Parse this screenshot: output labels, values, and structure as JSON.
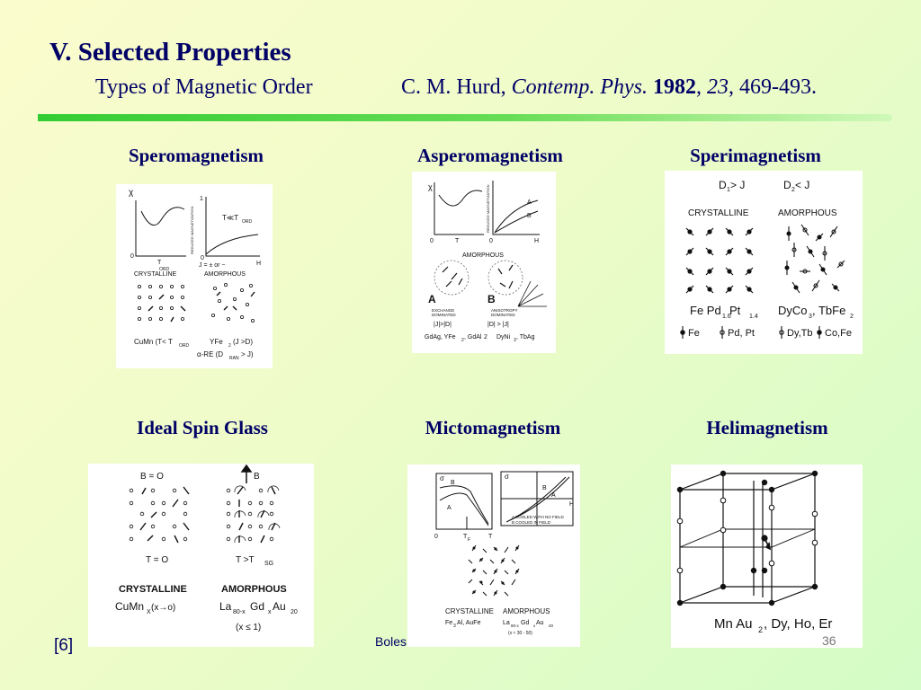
{
  "slide": {
    "title": "V. Selected Properties",
    "subtitle": "Types of Magnetic Order",
    "citation": {
      "authors": "C. M. Hurd, ",
      "journal": "Contemp. Phys.",
      "year": "1982",
      "volume": "23",
      "pages": ", 469-493."
    },
    "reference_marker": "[6]",
    "footer_text": "Boles",
    "page_number": "36"
  },
  "panels": [
    {
      "label": "Speromagnetism",
      "texts": {
        "chi": "χ",
        "ylabel": "REDUCED MAGNETIZATION",
        "temp_cond": "T≪T",
        "temp_sub": "ORD",
        "zero1": "0",
        "zero2": "0",
        "tord": "T",
        "tord_sub": "ORD",
        "xh": "H",
        "one": "1",
        "j_eq": "J = ± or −",
        "crystalline": "CRYSTALLINE",
        "amorphous": "AMORPHOUS",
        "ex1": "CuMn (T< T",
        "ex1_sub": "ORD",
        "ex2": "YFe",
        "ex2b": "(J >D)",
        "ex3": "α-RE (D",
        "ex3_sub": "RAN",
        "ex3b": "> J)"
      }
    },
    {
      "label": "Asperomagnetism",
      "texts": {
        "chi": "χ",
        "ylabel": "REDUCED MAGNETIZATION",
        "zero1": "0",
        "t": "T",
        "zero2": "0",
        "h": "H",
        "curveA": "A",
        "curveB": "B",
        "amorphous": "AMORPHOUS",
        "labA": "A",
        "labB": "B",
        "exch1": "EXCHANGE",
        "exch2": "DOMINATED",
        "anis1": "ANISOTROPY",
        "anis2": "DOMINATED",
        "condA": "|J|>|D|",
        "condB": "|D| > |J|",
        "exA": "GdAg, YFe",
        "exA2": ", GdAl",
        "exB": "DyNi",
        "exB2": ", TbAg"
      }
    },
    {
      "label": "Sperimagnetism",
      "texts": {
        "cond1": "D",
        "cond1b": " > J",
        "cond2": "D",
        "cond2b": " < J",
        "crystalline": "CRYSTALLINE",
        "amorphous": "AMORPHOUS",
        "ex1": "Fe Pd",
        "ex1a": "1.6",
        "ex1b": " Pt",
        "ex1c": "1.4",
        "ex2": "DyCo",
        "ex2b": ", TbFe",
        "leg1": "Fe",
        "leg2": "Pd, Pt",
        "leg3": "Dy,Tb",
        "leg4": "Co,Fe"
      }
    },
    {
      "label": "Ideal Spin Glass",
      "texts": {
        "b0": "B = O",
        "b": "B",
        "t0": "T = O",
        "tsg": "T >T",
        "tsg_sub": "SG",
        "crystalline": "CRYSTALLINE",
        "amorphous": "AMORPHOUS",
        "ex1": "CuMn",
        "ex1_sub": "X",
        "ex1b": " (x→o)",
        "ex2": "La",
        "ex2_sub": "80-x",
        "ex2b": " Gd",
        "ex2c": "x",
        "ex2d": " Au",
        "ex2e": "20",
        "ex2f": "(x ≤ 1)"
      }
    },
    {
      "label": "Mictomagnetism",
      "texts": {
        "sigma1": "σ",
        "sigma2": "σ",
        "b1": "B",
        "a1": "A",
        "zero": "0",
        "tf": "T",
        "tf_sub": "F",
        "t": "T",
        "b2": "B",
        "a2": "A",
        "h": "H",
        "leg1": "A COOLED WITH NO FIELD",
        "leg2": "B COOLED IN FIELD",
        "crystalline": "CRYSTALLINE",
        "amorphous": "AMORPHOUS",
        "ex1": "Fe",
        "ex1b": "Al, AuFe",
        "ex2": "La",
        "ex2b": " Gd",
        "ex2c": " Au",
        "ex2d": "(x ≈ 30 - 50)"
      }
    },
    {
      "label": "Helimagnetism",
      "texts": {
        "ex": "Mn Au",
        "ex_sub": "2",
        "ex_rest": ", Dy, Ho, Er"
      }
    }
  ]
}
